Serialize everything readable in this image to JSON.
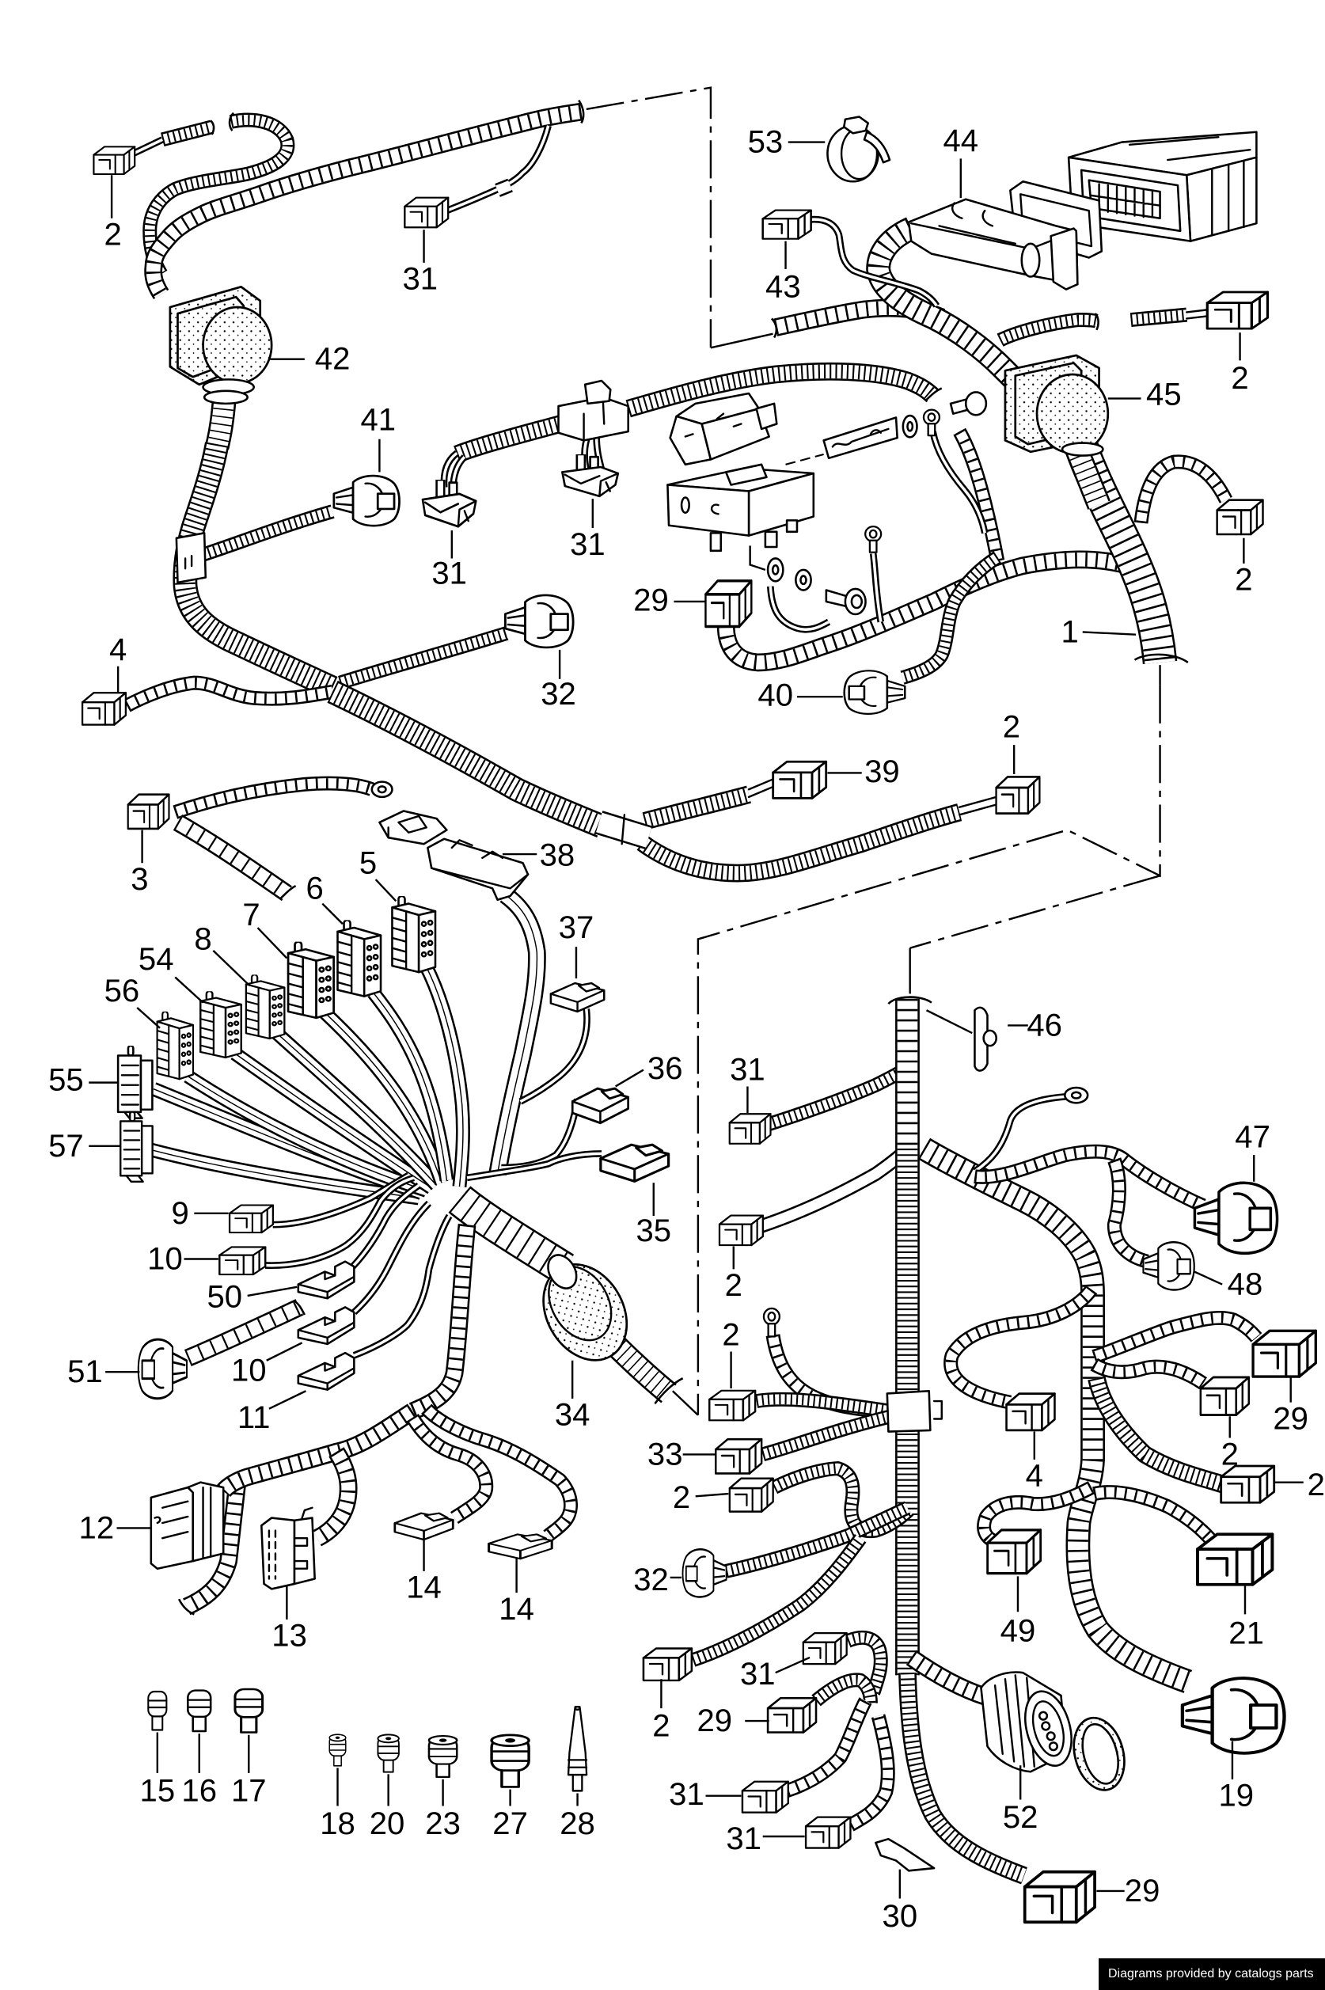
{
  "diagram": {
    "upper_harness": {
      "callouts": [
        "2",
        "31",
        "42",
        "41",
        "31",
        "31",
        "32",
        "4",
        "29",
        "40",
        "1",
        "2",
        "39",
        "2"
      ]
    },
    "control_unit_area": {
      "callouts": [
        "53",
        "44",
        "43",
        "2",
        "45"
      ]
    },
    "fuse_relay_harness": {
      "callouts": [
        "3",
        "38",
        "5",
        "6",
        "7",
        "8",
        "54",
        "56",
        "37",
        "36",
        "55",
        "57",
        "35",
        "9",
        "10",
        "50",
        "51",
        "10",
        "11",
        "34",
        "12",
        "13",
        "14",
        "14"
      ]
    },
    "grommets": {
      "callouts": [
        "15",
        "16",
        "17",
        "18",
        "20",
        "23",
        "27",
        "28"
      ]
    },
    "engine_harness": {
      "callouts": [
        "46",
        "31",
        "47",
        "2",
        "48",
        "2",
        "29",
        "33",
        "4",
        "2",
        "2",
        "2",
        "32",
        "49",
        "21",
        "31",
        "29",
        "2",
        "19",
        "31",
        "52",
        "31",
        "29",
        "30"
      ]
    }
  },
  "credit": {
    "text": "Diagrams provided by catalogs parts"
  },
  "colors": {
    "ink": "#000000",
    "paper": "#ffffff",
    "credit_background": "#000000",
    "credit_text": "#ffffff"
  }
}
